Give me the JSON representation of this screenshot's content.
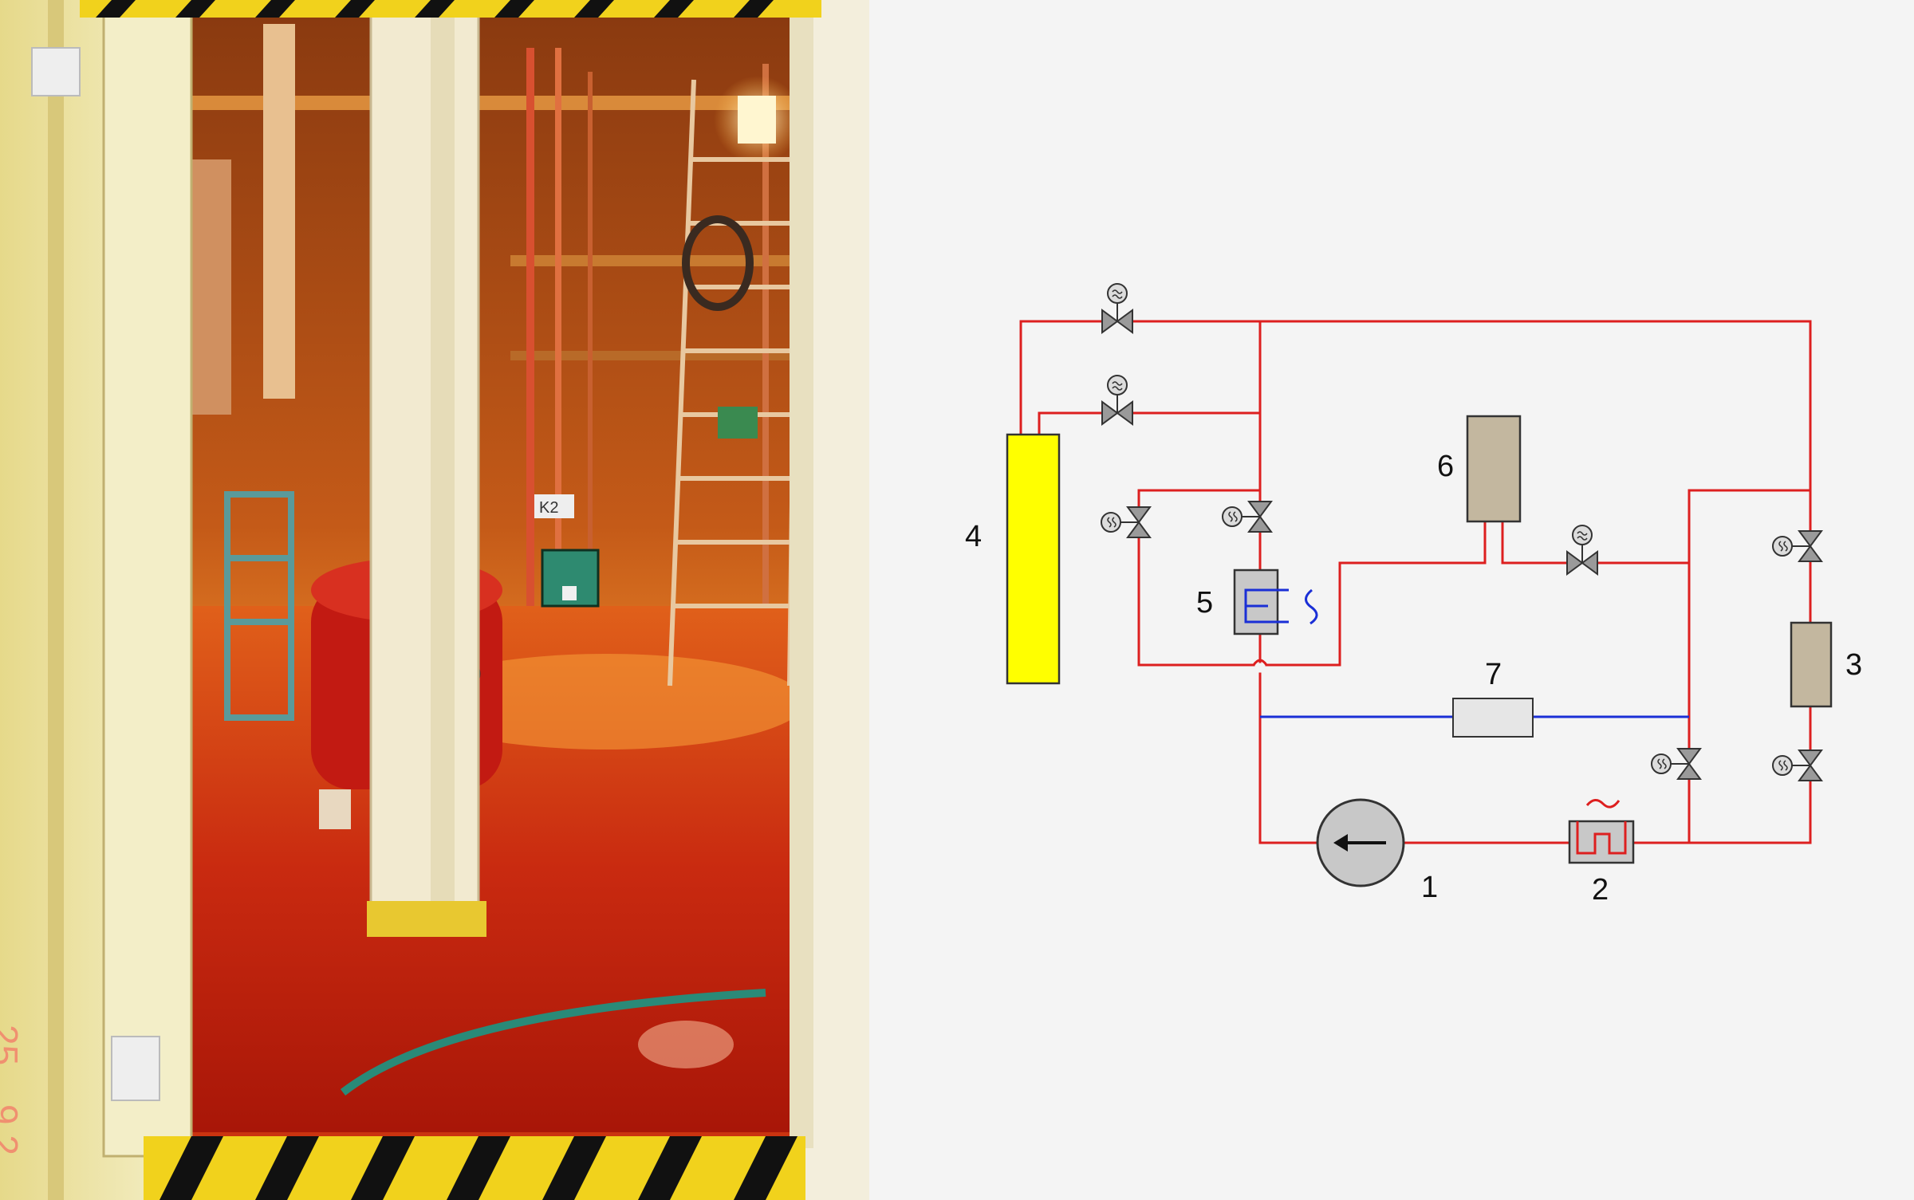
{
  "photo": {
    "description_icon": "photograph-of-loop-room",
    "door_marking_1": "25",
    "door_marking_2": "9 2",
    "sign": "K2"
  },
  "diagram": {
    "pipe_color_hot": "#dd1f1f",
    "pipe_color_cold": "#1a2fd6",
    "tank_color": "#ffff00",
    "vessel_color": "#c3b79f",
    "components": {
      "pump": "1",
      "heater": "2",
      "vessel_3": "3",
      "tank": "4",
      "cooler": "5",
      "vessel_6": "6",
      "unit_7": "7"
    }
  }
}
